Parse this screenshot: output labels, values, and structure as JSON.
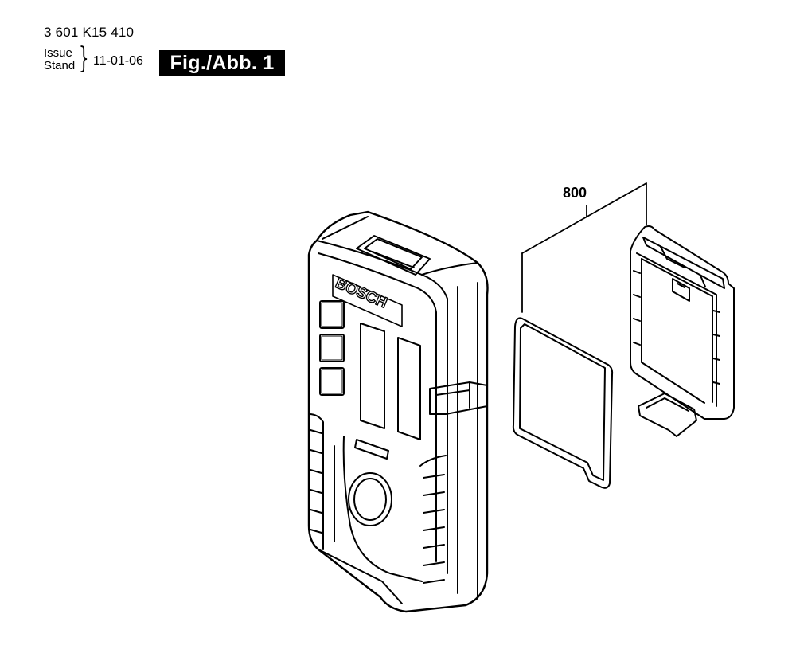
{
  "header": {
    "part_number": "3 601 K15 410",
    "issue_label": "Issue",
    "stand_label": "Stand",
    "date": "11-01-06",
    "figure_label": "Fig./Abb. 1"
  },
  "diagram": {
    "callout_800": "800",
    "brand_logo": "BOSCH"
  }
}
